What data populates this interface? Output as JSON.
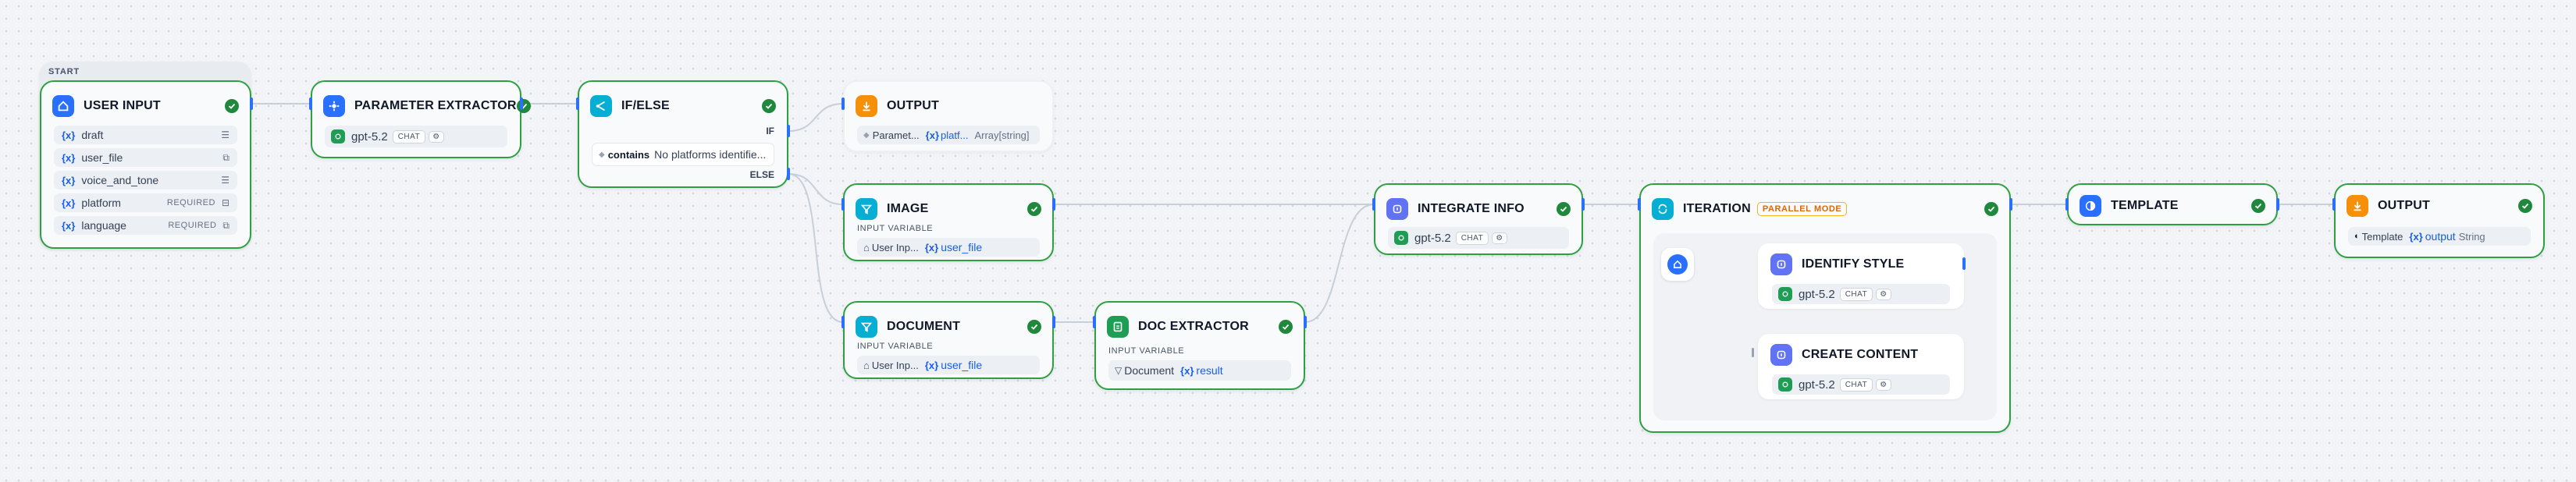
{
  "start_label": "START",
  "user_input": {
    "title": "USER INPUT",
    "variables": [
      {
        "name": "draft",
        "required": "",
        "icon": "text-icon"
      },
      {
        "name": "user_file",
        "required": "",
        "icon": "file-icon"
      },
      {
        "name": "voice_and_tone",
        "required": "",
        "icon": "text-icon"
      },
      {
        "name": "platform",
        "required": "REQUIRED",
        "icon": "select-icon"
      },
      {
        "name": "language",
        "required": "REQUIRED",
        "icon": "file-icon"
      }
    ]
  },
  "parameter_extractor": {
    "title": "PARAMETER EXTRACTOR",
    "model": "gpt-5.2",
    "mode": "CHAT"
  },
  "ifelse": {
    "title": "IF/ELSE",
    "if_label": "IF",
    "else_label": "ELSE",
    "op": "contains",
    "condition": "No platforms identifie..."
  },
  "output_top": {
    "title": "OUTPUT",
    "var_node": "Paramet...",
    "var_x": "{x}",
    "var_name": "platf...",
    "var_type": "Array[string]"
  },
  "image": {
    "title": "IMAGE",
    "label": "INPUT VARIABLE",
    "src": "User Inp...",
    "x": "{x}",
    "var": "user_file"
  },
  "document": {
    "title": "DOCUMENT",
    "label": "INPUT VARIABLE",
    "src": "User Inp...",
    "x": "{x}",
    "var": "user_file"
  },
  "doc_extractor": {
    "title": "DOC EXTRACTOR",
    "label": "INPUT VARIABLE",
    "src": "Document",
    "x": "{x}",
    "var": "result"
  },
  "integrate": {
    "title": "INTEGRATE INFO",
    "model": "gpt-5.2",
    "mode": "CHAT"
  },
  "iteration": {
    "title": "ITERATION",
    "badge": "PARALLEL MODE",
    "identify": {
      "title": "IDENTIFY STYLE",
      "model": "gpt-5.2",
      "mode": "CHAT"
    },
    "create": {
      "title": "CREATE CONTENT",
      "model": "gpt-5.2",
      "mode": "CHAT"
    }
  },
  "template": {
    "title": "TEMPLATE"
  },
  "output_end": {
    "title": "OUTPUT",
    "src": "Template",
    "x": "{x}",
    "var": "output",
    "type": "String"
  },
  "colors": {
    "success": "#1f883d",
    "blue": "#2970ff",
    "orange": "#f79009",
    "cyan": "#06aed4",
    "indigo": "#6172f3",
    "green": "#1f9d55"
  }
}
